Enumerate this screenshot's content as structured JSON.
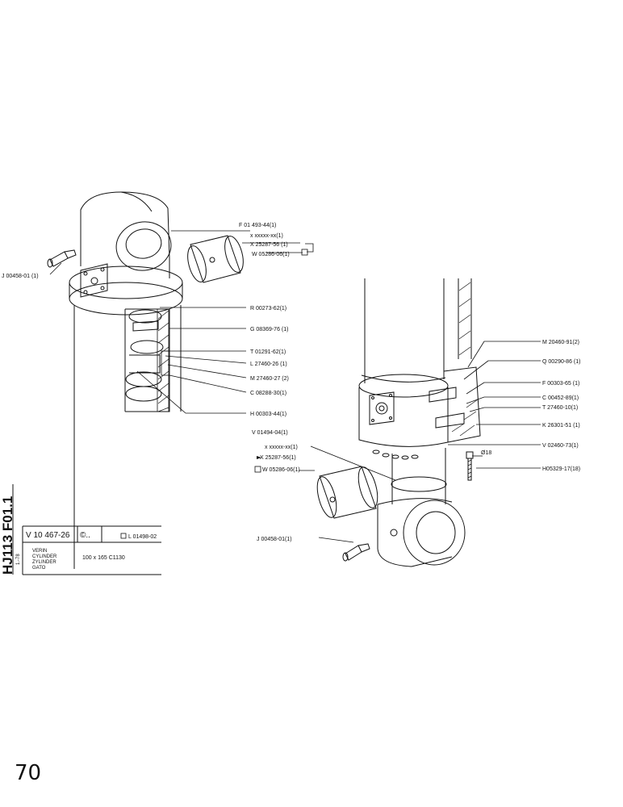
{
  "vertical_code": "HJ113 F01.1",
  "page_number": "70",
  "title_block": {
    "part_number": "V 10 467-26",
    "copyright_mark": "©..",
    "ref_number": "L 01498-02",
    "date_code": "1.-78",
    "names": [
      "VERIN",
      "CYLINDER",
      "ZYLINDER",
      "GATO"
    ],
    "spec": "100 x 165  C1130"
  },
  "callouts_left": [
    "F 01 493-44(1)",
    "x xxxxx-xx(1)",
    "X 25287-56 (1)",
    "W 05286-06(1)",
    "J 00458-01 (1)",
    "R 00273-62(1)",
    "G 08369-76 (1)",
    "T 01291-62(1)",
    "L 27460-26 (1)",
    "M 27460-27 (2)",
    "C 08288-30(1)",
    "H 00303-44(1)",
    "V 01494-04(1)"
  ],
  "callouts_right": [
    "M 20460-91(2)",
    "Q 00290-86 (1)",
    "F 00303-65 (1)",
    "C 00452-89(1)",
    "T 27460-10(1)",
    "K 26301-51 (1)",
    "V 02460-73(1)",
    "Ø18",
    "H05329-17(18)",
    "x xxxxx-xx(1)",
    "X 25287-56(1)",
    "W 05286-06(1)",
    "J 00458-01(1)"
  ]
}
